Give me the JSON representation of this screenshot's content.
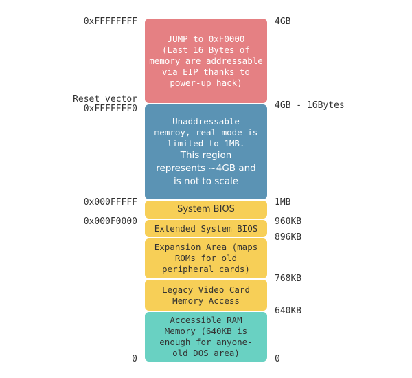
{
  "colors": {
    "jump": "#e58083",
    "unaddressable": "#5b93b4",
    "bios": "#f7cf57",
    "ram": "#69d1c2",
    "text_dark": "#333333",
    "text_light": "#ffffff"
  },
  "left_labels": {
    "top": "0xFFFFFFFF",
    "reset_title": "Reset vector",
    "reset_addr": "0xFFFFFFF0",
    "mb": "0x000FFFFF",
    "bios_start": "0x000F0000",
    "zero": "0"
  },
  "right_labels": {
    "top": "4GB",
    "reset": "4GB - 16Bytes",
    "mb": "1MB",
    "kb960": "960KB",
    "kb896": "896KB",
    "kb768": "768KB",
    "kb640": "640KB",
    "zero": "0"
  },
  "blocks": {
    "jump": "JUMP to 0xF0000\n(Last 16 Bytes of\nmemory are addressable\nvia EIP thanks to\npower-up hack)",
    "unaddressable_mono": "Unaddressable\nmemroy, real mode is\nlimited to 1MB.",
    "unaddressable_sans": "This region\nrepresents ~4GB and\nis not to scale",
    "system_bios": "System BIOS",
    "extended_bios": "Extended System BIOS",
    "expansion": "Expansion Area (maps\nROMs for old\nperipheral cards)",
    "video": "Legacy Video Card\nMemory Access",
    "ram": "Accessible RAM\nMemory (640KB is\nenough for anyone-\nold DOS area)"
  }
}
